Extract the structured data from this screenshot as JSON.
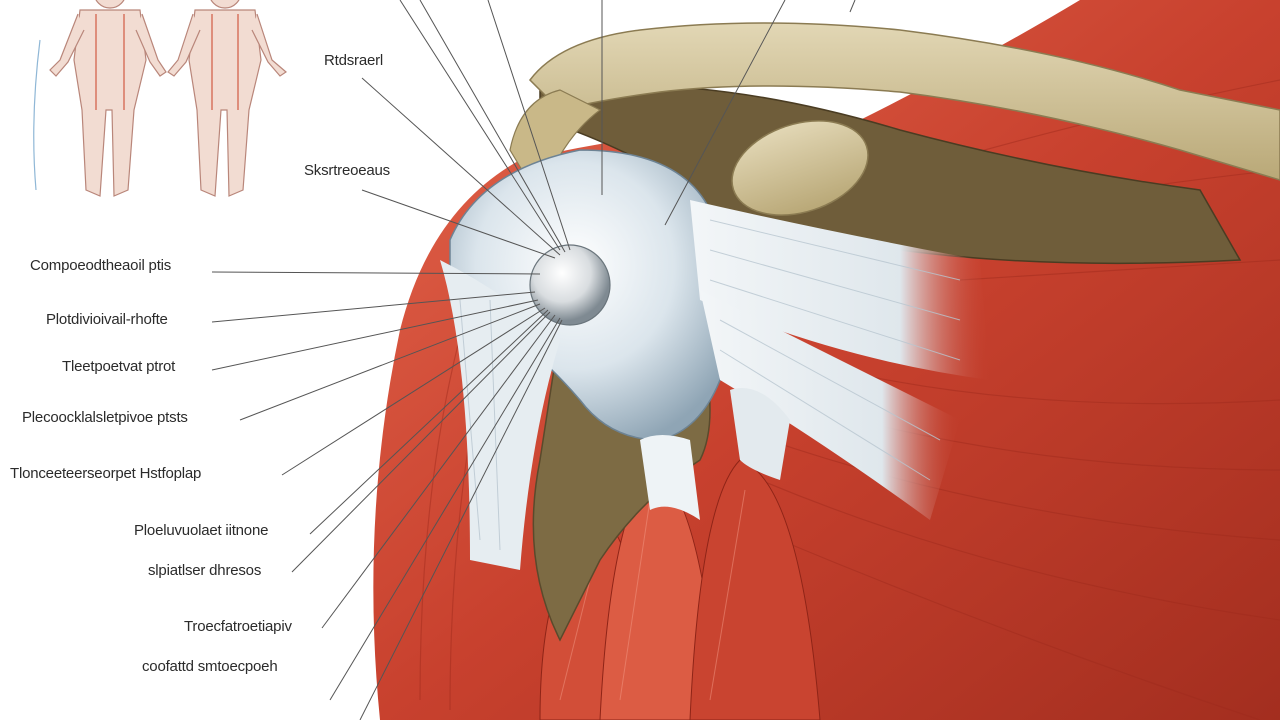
{
  "labels": [
    "Rtdsraerl",
    "Sksrtreoeaus",
    "Compoeodtheaoil ptis",
    "Plotdivioivail-rhofte",
    "Tleetpoetvat ptrot",
    "Plecoocklalsletpivoe ptsts",
    "Tlonceeteerseorpet Hstfoplap",
    "Ploeluvuolaet iitnone",
    "slpiatlser dhresos",
    "Troecfatroetiapiv",
    "coofattd smtoecpoeh"
  ],
  "colors": {
    "muscle": "#c8412e",
    "muscle_dark": "#9e2a1c",
    "muscle_light": "#e0705a",
    "bone": "#cfc19a",
    "bone_dark": "#7b6a46",
    "cartilage": "#c9d8e4",
    "tendon": "#e8eef2",
    "leader_line": "#555555"
  }
}
